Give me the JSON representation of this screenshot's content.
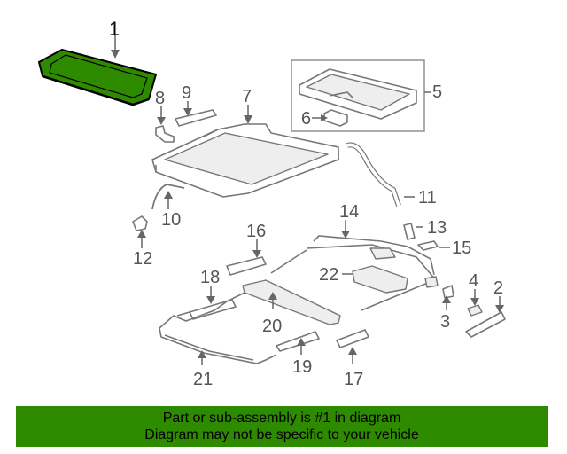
{
  "diagram": {
    "callouts": [
      "1",
      "2",
      "3",
      "4",
      "5",
      "6",
      "7",
      "8",
      "9",
      "10",
      "11",
      "12",
      "13",
      "14",
      "15",
      "16",
      "17",
      "18",
      "19",
      "20",
      "21",
      "22"
    ],
    "highlighted_part": "1",
    "highlight_color": "#2e8b00"
  },
  "footer": {
    "line1": "Part or sub-assembly is #1 in diagram",
    "line2": "Diagram may not be specific to your vehicle",
    "background": "#2e8b00"
  }
}
